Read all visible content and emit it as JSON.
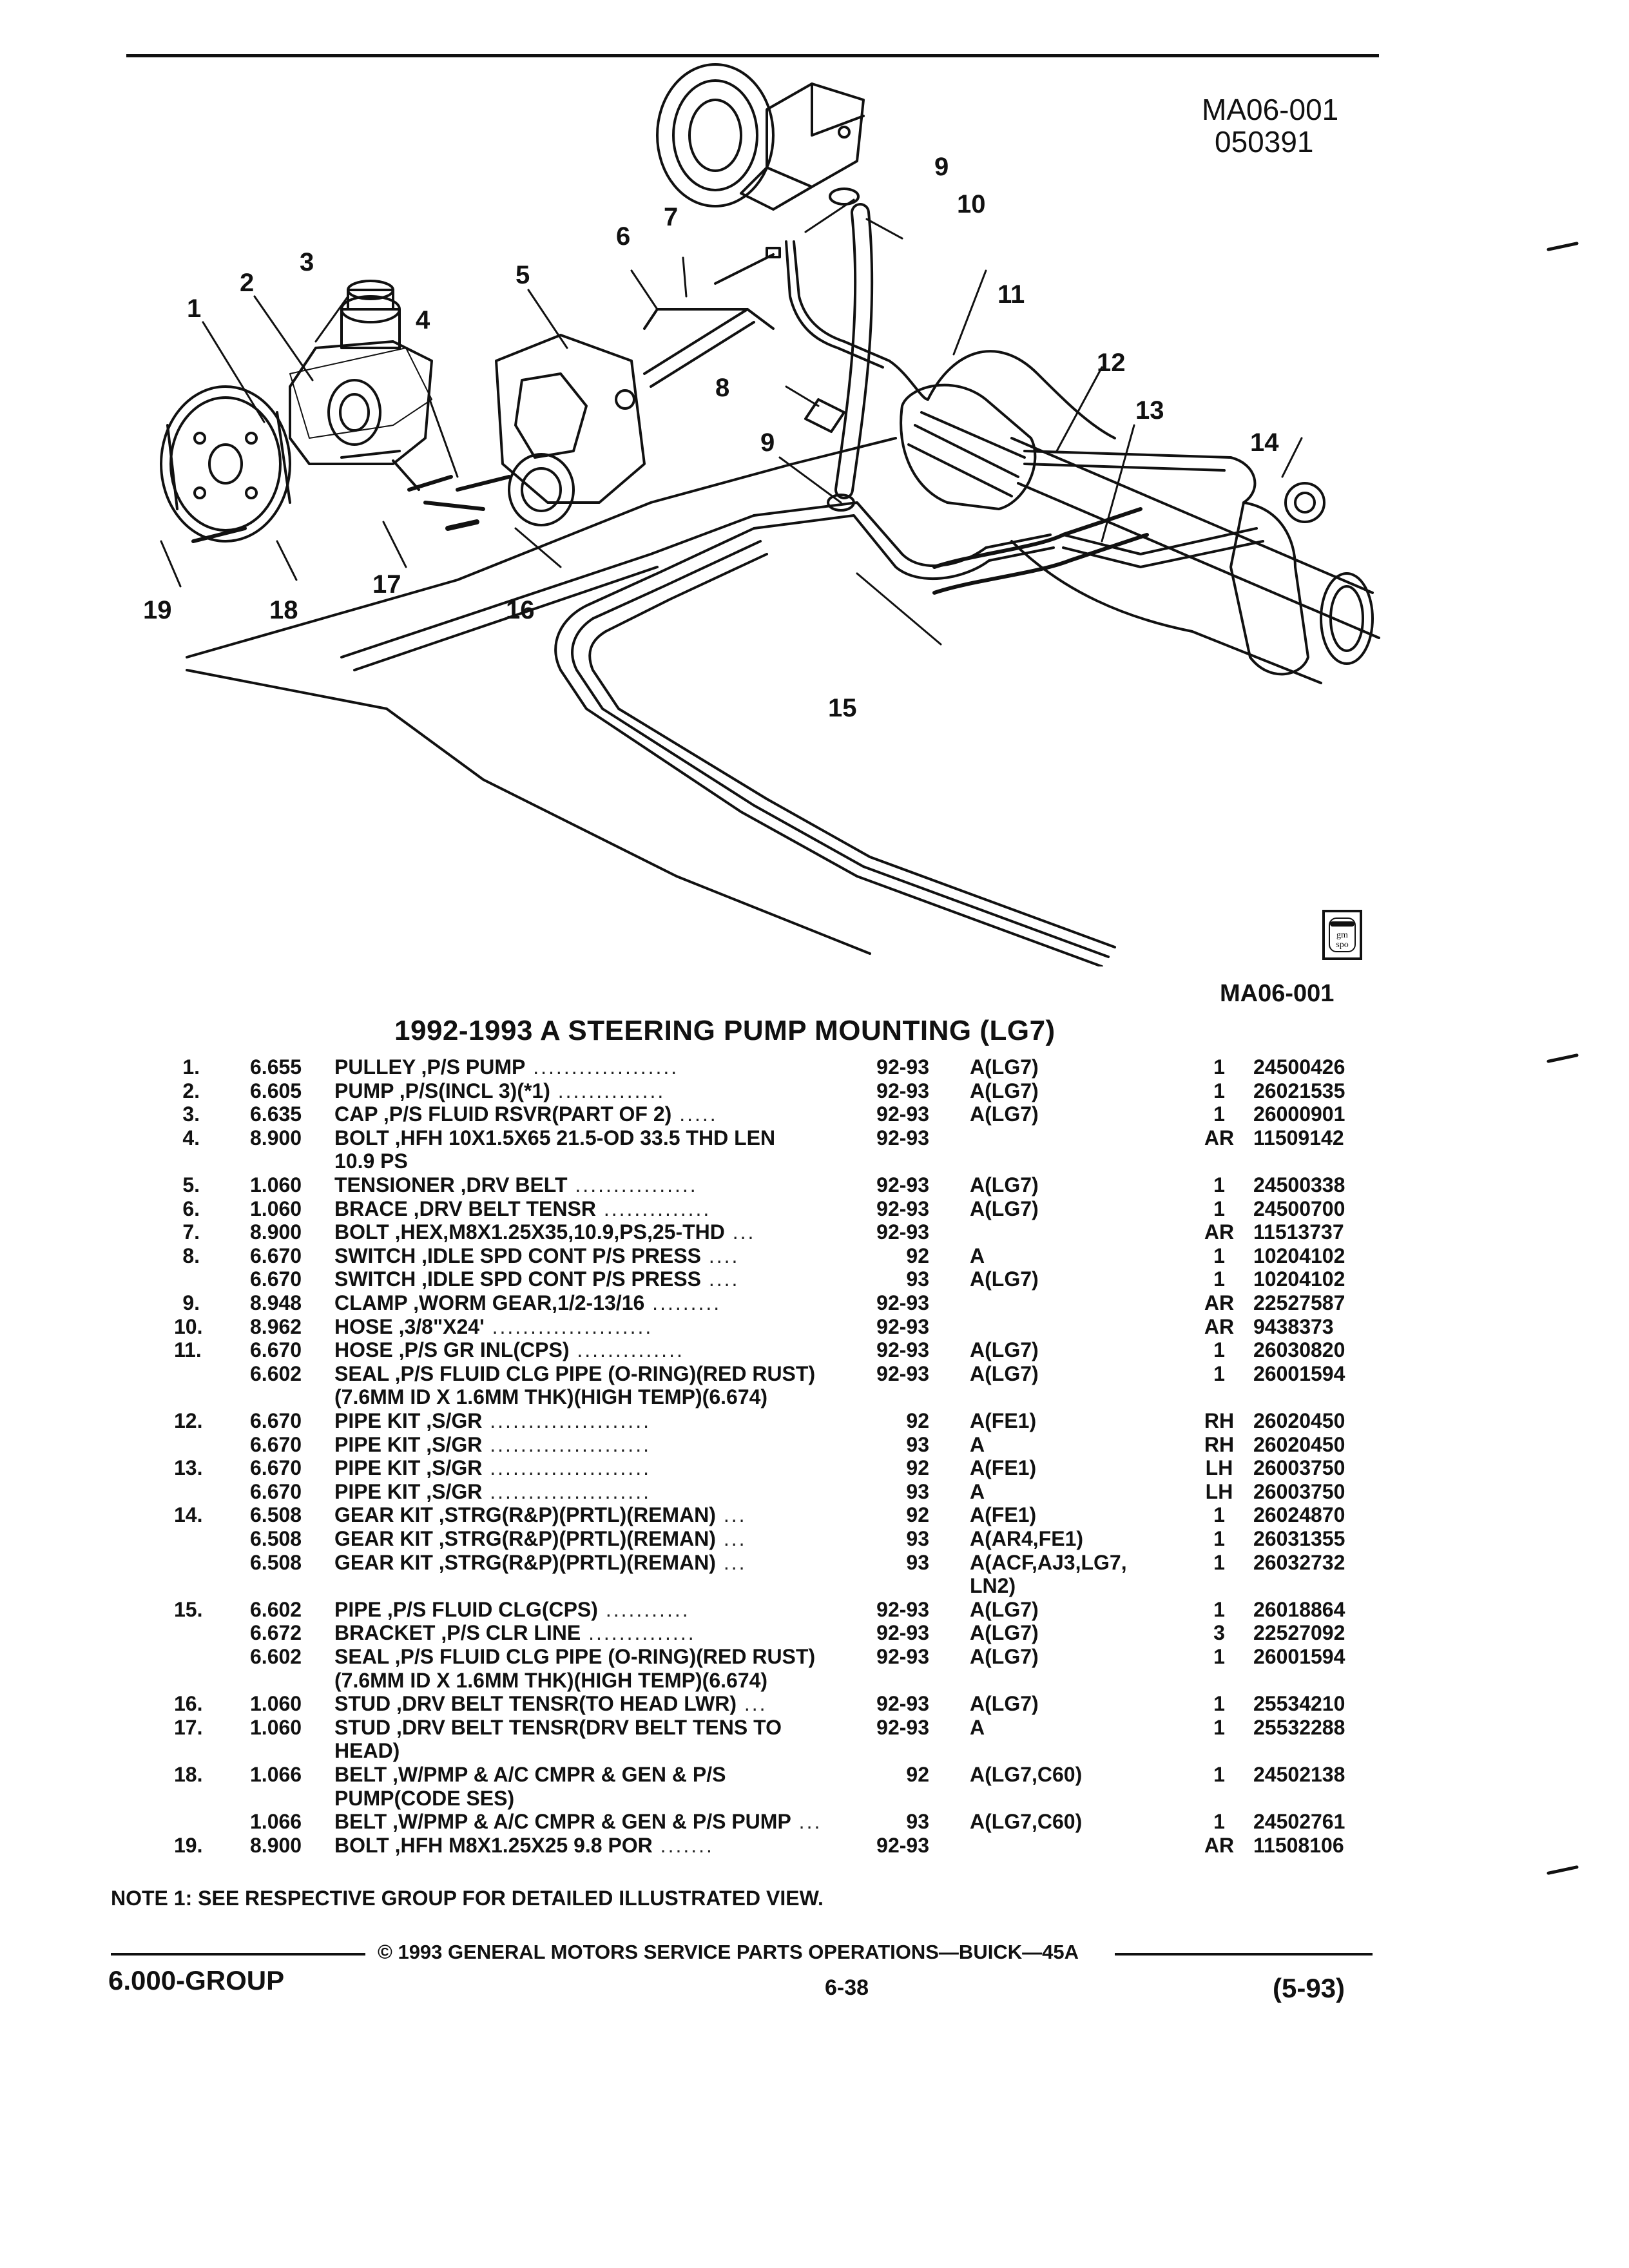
{
  "figure": {
    "id": "MA06-001",
    "date": "050391",
    "id_bottom": "MA06-001",
    "logo_text": "gm spo"
  },
  "callouts": [
    "1",
    "2",
    "3",
    "4",
    "5",
    "6",
    "7",
    "8",
    "9",
    "9",
    "10",
    "11",
    "12",
    "13",
    "14",
    "15",
    "16",
    "17",
    "18",
    "19"
  ],
  "title": "1992-1993 A STEERING PUMP MOUNTING (LG7)",
  "parts": [
    {
      "item": "1.",
      "code": "6.655",
      "name": "PULLEY",
      "desc": ",P/S PUMP",
      "years": "92-93",
      "model": "A(LG7)",
      "qty": "1",
      "part": "24500426"
    },
    {
      "item": "2.",
      "code": "6.605",
      "name": "PUMP",
      "desc": ",P/S(INCL 3)(*1)",
      "years": "92-93",
      "model": "A(LG7)",
      "qty": "1",
      "part": "26021535"
    },
    {
      "item": "3.",
      "code": "6.635",
      "name": "CAP",
      "desc": ",P/S FLUID RSVR(PART OF 2)",
      "years": "92-93",
      "model": "A(LG7)",
      "qty": "1",
      "part": "26000901"
    },
    {
      "item": "4.",
      "code": "8.900",
      "name": "BOLT",
      "desc": ",HFH 10X1.5X65 21.5-OD 33.5 THD LEN",
      "desc2": "10.9 PS",
      "years": "92-93",
      "model": "",
      "qty": "AR",
      "part": "11509142"
    },
    {
      "item": "5.",
      "code": "1.060",
      "name": "TENSIONER",
      "desc": ",DRV BELT",
      "years": "92-93",
      "model": "A(LG7)",
      "qty": "1",
      "part": "24500338"
    },
    {
      "item": "6.",
      "code": "1.060",
      "name": "BRACE",
      "desc": ",DRV BELT TENSR",
      "years": "92-93",
      "model": "A(LG7)",
      "qty": "1",
      "part": "24500700"
    },
    {
      "item": "7.",
      "code": "8.900",
      "name": "BOLT",
      "desc": ",HEX,M8X1.25X35,10.9,PS,25-THD",
      "years": "92-93",
      "model": "",
      "qty": "AR",
      "part": "11513737"
    },
    {
      "item": "8.",
      "code": "6.670",
      "name": "SWITCH",
      "desc": ",IDLE SPD CONT P/S PRESS",
      "years": "92",
      "model": "A",
      "qty": "1",
      "part": "10204102"
    },
    {
      "item": "",
      "code": "6.670",
      "name": "SWITCH",
      "desc": ",IDLE SPD CONT P/S PRESS",
      "years": "93",
      "model": "A(LG7)",
      "qty": "1",
      "part": "10204102"
    },
    {
      "item": "9.",
      "code": "8.948",
      "name": "CLAMP",
      "desc": ",WORM GEAR,1/2-13/16",
      "years": "92-93",
      "model": "",
      "qty": "AR",
      "part": "22527587"
    },
    {
      "item": "10.",
      "code": "8.962",
      "name": "HOSE",
      "desc": ",3/8\"X24'",
      "years": "92-93",
      "model": "",
      "qty": "AR",
      "part": "9438373"
    },
    {
      "item": "11.",
      "code": "6.670",
      "name": "HOSE",
      "desc": ",P/S GR INL(CPS)",
      "years": "92-93",
      "model": "A(LG7)",
      "qty": "1",
      "part": "26030820"
    },
    {
      "item": "",
      "code": "6.602",
      "name": "SEAL",
      "desc": ",P/S FLUID CLG PIPE (O-RING)(RED RUST)",
      "desc2": "(7.6MM ID X 1.6MM THK)(HIGH TEMP)(6.674)",
      "years": "92-93",
      "model": "A(LG7)",
      "qty": "1",
      "part": "26001594"
    },
    {
      "item": "12.",
      "code": "6.670",
      "name": "PIPE KIT",
      "desc": ",S/GR",
      "years": "92",
      "model": "A(FE1)",
      "qty": "RH",
      "part": "26020450"
    },
    {
      "item": "",
      "code": "6.670",
      "name": "PIPE KIT",
      "desc": ",S/GR",
      "years": "93",
      "model": "A",
      "qty": "RH",
      "part": "26020450"
    },
    {
      "item": "13.",
      "code": "6.670",
      "name": "PIPE KIT",
      "desc": ",S/GR",
      "years": "92",
      "model": "A(FE1)",
      "qty": "LH",
      "part": "26003750"
    },
    {
      "item": "",
      "code": "6.670",
      "name": "PIPE KIT",
      "desc": ",S/GR",
      "years": "93",
      "model": "A",
      "qty": "LH",
      "part": "26003750"
    },
    {
      "item": "14.",
      "code": "6.508",
      "name": "GEAR KIT",
      "desc": ",STRG(R&P)(PRTL)(REMAN)",
      "years": "92",
      "model": "A(FE1)",
      "qty": "1",
      "part": "26024870"
    },
    {
      "item": "",
      "code": "6.508",
      "name": "GEAR KIT",
      "desc": ",STRG(R&P)(PRTL)(REMAN)",
      "years": "93",
      "model": "A(AR4,FE1)",
      "qty": "1",
      "part": "26031355"
    },
    {
      "item": "",
      "code": "6.508",
      "name": "GEAR KIT",
      "desc": ",STRG(R&P)(PRTL)(REMAN)",
      "years": "93",
      "model": "A(ACF,AJ3,LG7,",
      "model2": "LN2)",
      "qty": "1",
      "part": "26032732"
    },
    {
      "item": "15.",
      "code": "6.602",
      "name": "PIPE",
      "desc": ",P/S FLUID CLG(CPS)",
      "years": "92-93",
      "model": "A(LG7)",
      "qty": "1",
      "part": "26018864"
    },
    {
      "item": "",
      "code": "6.672",
      "name": "BRACKET",
      "desc": ",P/S CLR LINE",
      "years": "92-93",
      "model": "A(LG7)",
      "qty": "3",
      "part": "22527092"
    },
    {
      "item": "",
      "code": "6.602",
      "name": "SEAL",
      "desc": ",P/S FLUID CLG PIPE (O-RING)(RED RUST)",
      "desc2": "(7.6MM ID X 1.6MM THK)(HIGH TEMP)(6.674)",
      "years": "92-93",
      "model": "A(LG7)",
      "qty": "1",
      "part": "26001594"
    },
    {
      "item": "16.",
      "code": "1.060",
      "name": "STUD",
      "desc": ",DRV BELT TENSR(TO HEAD LWR)",
      "years": "92-93",
      "model": "A(LG7)",
      "qty": "1",
      "part": "25534210"
    },
    {
      "item": "17.",
      "code": "1.060",
      "name": "STUD",
      "desc": ",DRV BELT TENSR(DRV BELT TENS TO",
      "desc2": "HEAD)",
      "years": "92-93",
      "model": "A",
      "qty": "1",
      "part": "25532288"
    },
    {
      "item": "18.",
      "code": "1.066",
      "name": "BELT",
      "desc": ",W/PMP & A/C CMPR & GEN & P/S",
      "desc2": "PUMP(CODE SES)",
      "years": "92",
      "model": "A(LG7,C60)",
      "qty": "1",
      "part": "24502138"
    },
    {
      "item": "",
      "code": "1.066",
      "name": "BELT",
      "desc": ",W/PMP & A/C CMPR & GEN & P/S PUMP",
      "years": "93",
      "model": "A(LG7,C60)",
      "qty": "1",
      "part": "24502761"
    },
    {
      "item": "19.",
      "code": "8.900",
      "name": "BOLT",
      "desc": ",HFH M8X1.25X25 9.8 POR",
      "years": "92-93",
      "model": "",
      "qty": "AR",
      "part": "11508106"
    }
  ],
  "note": "NOTE 1: SEE RESPECTIVE GROUP FOR DETAILED ILLUSTRATED VIEW.",
  "footer": {
    "copyright": "© 1993 GENERAL MOTORS SERVICE PARTS OPERATIONS—BUICK—45A",
    "group": "6.000-GROUP",
    "page": "6-38",
    "date": "(5-93)"
  }
}
